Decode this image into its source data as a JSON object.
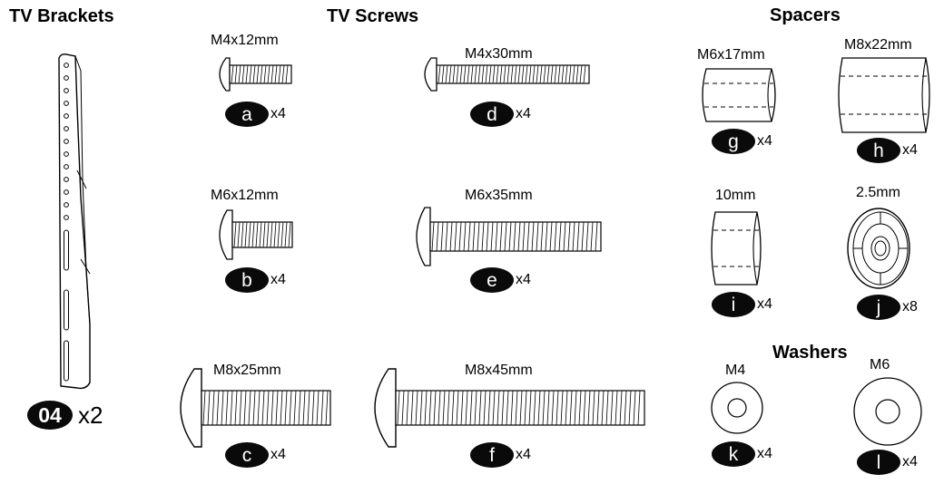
{
  "sections": {
    "brackets": "TV Brackets",
    "screws": "TV Screws",
    "spacers": "Spacers",
    "washers": "Washers"
  },
  "bracket": {
    "part_id": "04",
    "quantity": "x2"
  },
  "screws": [
    {
      "id": "a",
      "size": "M4x12mm",
      "quantity": "x4"
    },
    {
      "id": "b",
      "size": "M6x12mm",
      "quantity": "x4"
    },
    {
      "id": "c",
      "size": "M8x25mm",
      "quantity": "x4"
    },
    {
      "id": "d",
      "size": "M4x30mm",
      "quantity": "x4"
    },
    {
      "id": "e",
      "size": "M6x35mm",
      "quantity": "x4"
    },
    {
      "id": "f",
      "size": "M8x45mm",
      "quantity": "x4"
    }
  ],
  "spacers": [
    {
      "id": "g",
      "size": "M6x17mm",
      "quantity": "x4"
    },
    {
      "id": "h",
      "size": "M8x22mm",
      "quantity": "x4"
    },
    {
      "id": "i",
      "size": "10mm",
      "quantity": "x4"
    },
    {
      "id": "j",
      "size": "2.5mm",
      "quantity": "x8"
    }
  ],
  "washers": [
    {
      "id": "k",
      "size": "M4",
      "quantity": "x4"
    },
    {
      "id": "l",
      "size": "M6",
      "quantity": "x4"
    }
  ]
}
